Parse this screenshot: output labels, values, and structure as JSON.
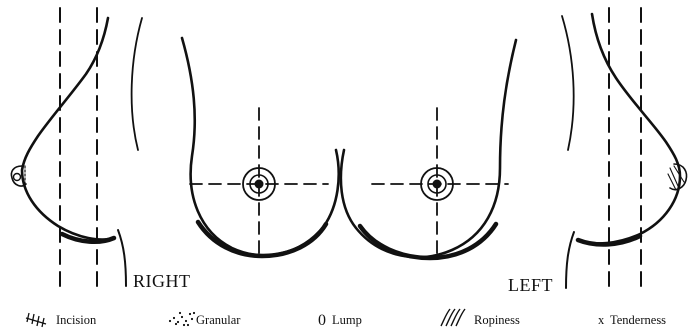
{
  "diagram": {
    "side_labels": {
      "right": "RIGHT",
      "left": "LEFT"
    },
    "legend": [
      {
        "symbol": "incision-symbol",
        "label": "Incision"
      },
      {
        "symbol": "granular-symbol",
        "label": "Granular"
      },
      {
        "symbol": "0",
        "label": "Lump"
      },
      {
        "symbol": "ropiness-symbol",
        "label": "Ropiness"
      },
      {
        "symbol": "x",
        "label": "Tenderness"
      }
    ]
  }
}
